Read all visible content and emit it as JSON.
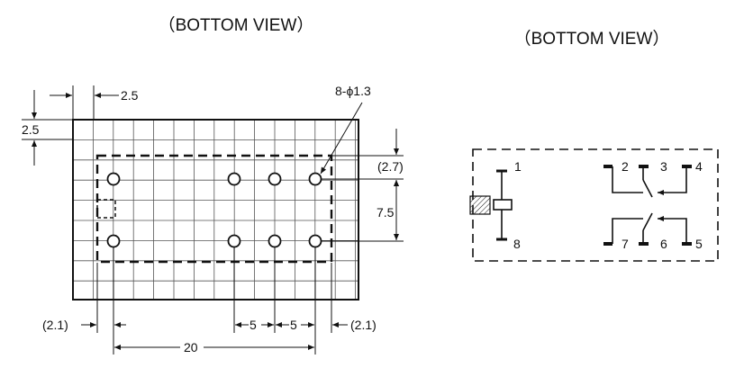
{
  "left_view": {
    "title": "（BOTTOM VIEW）",
    "dims": {
      "top_offset": "2.5",
      "left_offset": "2.5",
      "hole_spec": "8-ϕ1.3",
      "right_top": "(2.7)",
      "right_pitch": "7.5",
      "bottom_left": "(2.1)",
      "bottom_p1": "5",
      "bottom_p2": "5",
      "bottom_right": "(2.1)",
      "bottom_span": "20"
    }
  },
  "right_view": {
    "title": "（BOTTOM VIEW）",
    "pins": {
      "p1": "1",
      "p2": "2",
      "p3": "3",
      "p4": "4",
      "p5": "5",
      "p6": "6",
      "p7": "7",
      "p8": "8"
    }
  }
}
